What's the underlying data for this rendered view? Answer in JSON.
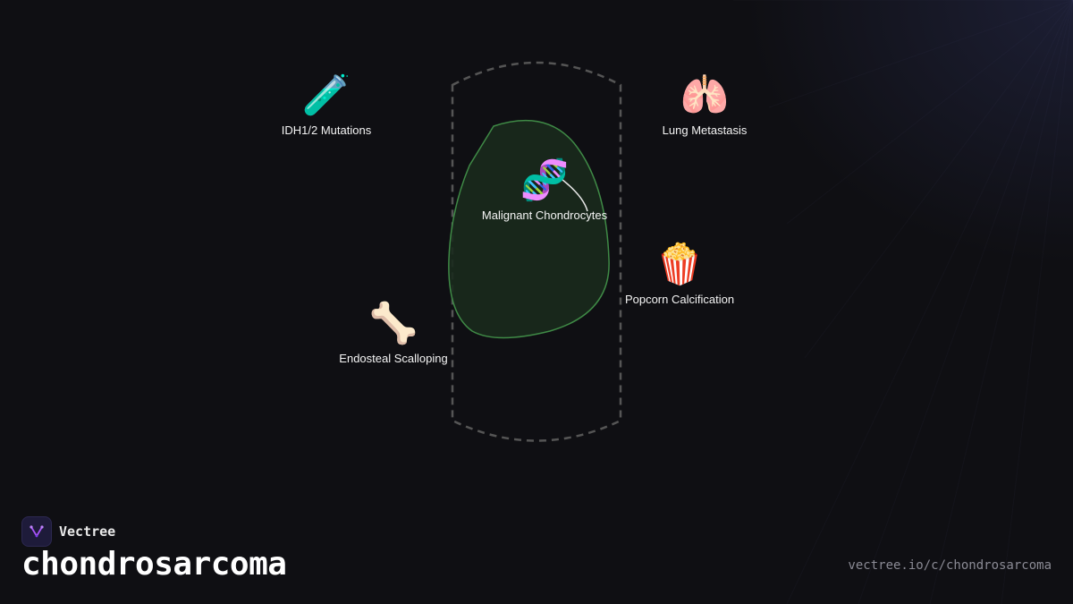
{
  "brand": {
    "name": "Vectree",
    "accent": "#a855f7"
  },
  "page": {
    "title": "chondrosarcoma",
    "url": "vectree.io/c/chondrosarcoma"
  },
  "diagram": {
    "outline_color": "#555555",
    "region_fill": "#1a2a1d",
    "region_stroke": "#3f8a46",
    "nodes": [
      {
        "id": "idh",
        "icon": "test-tube",
        "emoji": "🧪",
        "label": "IDH1/2 Mutations"
      },
      {
        "id": "lung",
        "icon": "lungs",
        "emoji": "🫁",
        "label": "Lung Metastasis"
      },
      {
        "id": "chondrocytes",
        "icon": "dna",
        "emoji": "🧬",
        "label": "Malignant Chondrocytes"
      },
      {
        "id": "popcorn",
        "icon": "popcorn",
        "emoji": "🍿",
        "label": "Popcorn Calcification"
      },
      {
        "id": "endosteal",
        "icon": "bone",
        "emoji": "🦴",
        "label": "Endosteal Scalloping"
      }
    ]
  }
}
